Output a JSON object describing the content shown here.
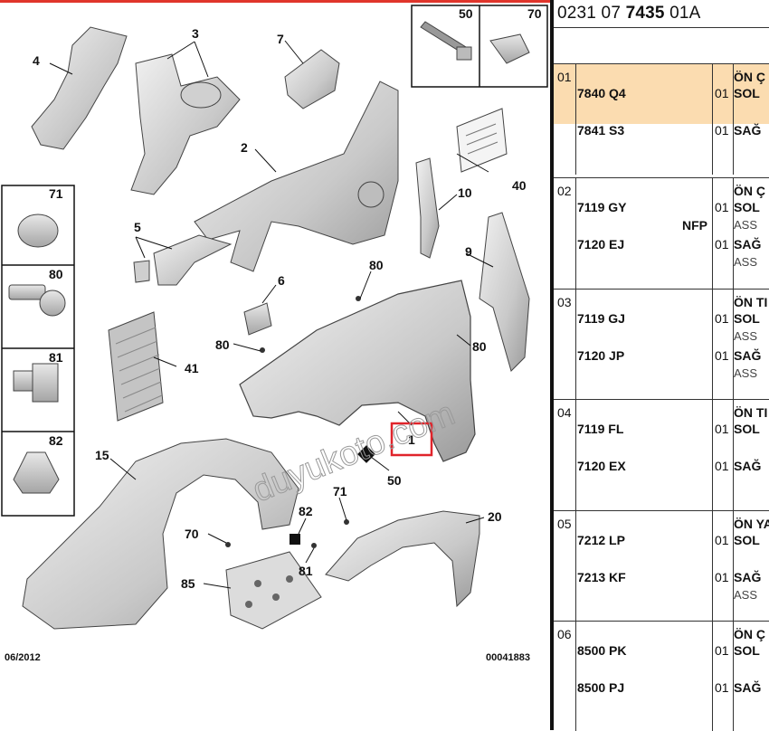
{
  "header": {
    "ref_prefix": "0231 07",
    "ref_bold": "7435",
    "ref_suffix": "01A"
  },
  "watermark": "duyukoto.com",
  "diagram": {
    "date_code": "06/2012",
    "doc_code": "00041883",
    "labels": {
      "l1": "1",
      "l2": "2",
      "l3": "3",
      "l4": "4",
      "l5": "5",
      "l6": "6",
      "l7": "7",
      "l9": "9",
      "l10": "10",
      "l15": "15",
      "l20": "20",
      "l40": "40",
      "l41": "41",
      "l50": "50",
      "l70": "70",
      "l71": "71",
      "l80a": "80",
      "l80b": "80",
      "l80c": "80",
      "l81": "81",
      "l82": "82",
      "l85": "85"
    },
    "sidebox": {
      "b71": "71",
      "b80": "80",
      "b81": "81",
      "b82": "82"
    },
    "topbox": {
      "t50": "50",
      "t70": "70"
    }
  },
  "parts": [
    {
      "idx": "01",
      "highlighted": true,
      "pn1": "7840 Q4",
      "q1": "01",
      "d1": "ÖN Ç",
      "s1": "SOL",
      "pn2": "7841 S3",
      "q2": "01",
      "s2": "SAĞ"
    },
    {
      "idx": "02",
      "pn1": "7119 GY",
      "q1": "01",
      "d1": "ÖN Ç",
      "s1": "SOL",
      "note": "NFP",
      "a1": "ASS",
      "pn2": "7120 EJ",
      "q2": "01",
      "s2": "SAĞ",
      "a2": "ASS"
    },
    {
      "idx": "03",
      "pn1": "7119 GJ",
      "q1": "01",
      "d1": "ÖN TI",
      "s1": "SOL",
      "a1": "ASS",
      "pn2": "7120 JP",
      "q2": "01",
      "s2": "SAĞ",
      "a2": "ASS"
    },
    {
      "idx": "04",
      "pn1": "7119 FL",
      "q1": "01",
      "d1": "ÖN TI",
      "s1": "SOL",
      "pn2": "7120 EX",
      "q2": "01",
      "s2": "SAĞ"
    },
    {
      "idx": "05",
      "pn1": "7212 LP",
      "q1": "01",
      "d1": "ÖN YA",
      "s1": "SOL",
      "pn2": "7213 KF",
      "q2": "01",
      "s2": "SAĞ",
      "a2": "ASS"
    },
    {
      "idx": "06",
      "pn1": "8500 PK",
      "q1": "01",
      "d1": "ÖN Ç",
      "s1": "SOL",
      "pn2": "8500 PJ",
      "q2": "01",
      "s2": "SAĞ"
    }
  ]
}
